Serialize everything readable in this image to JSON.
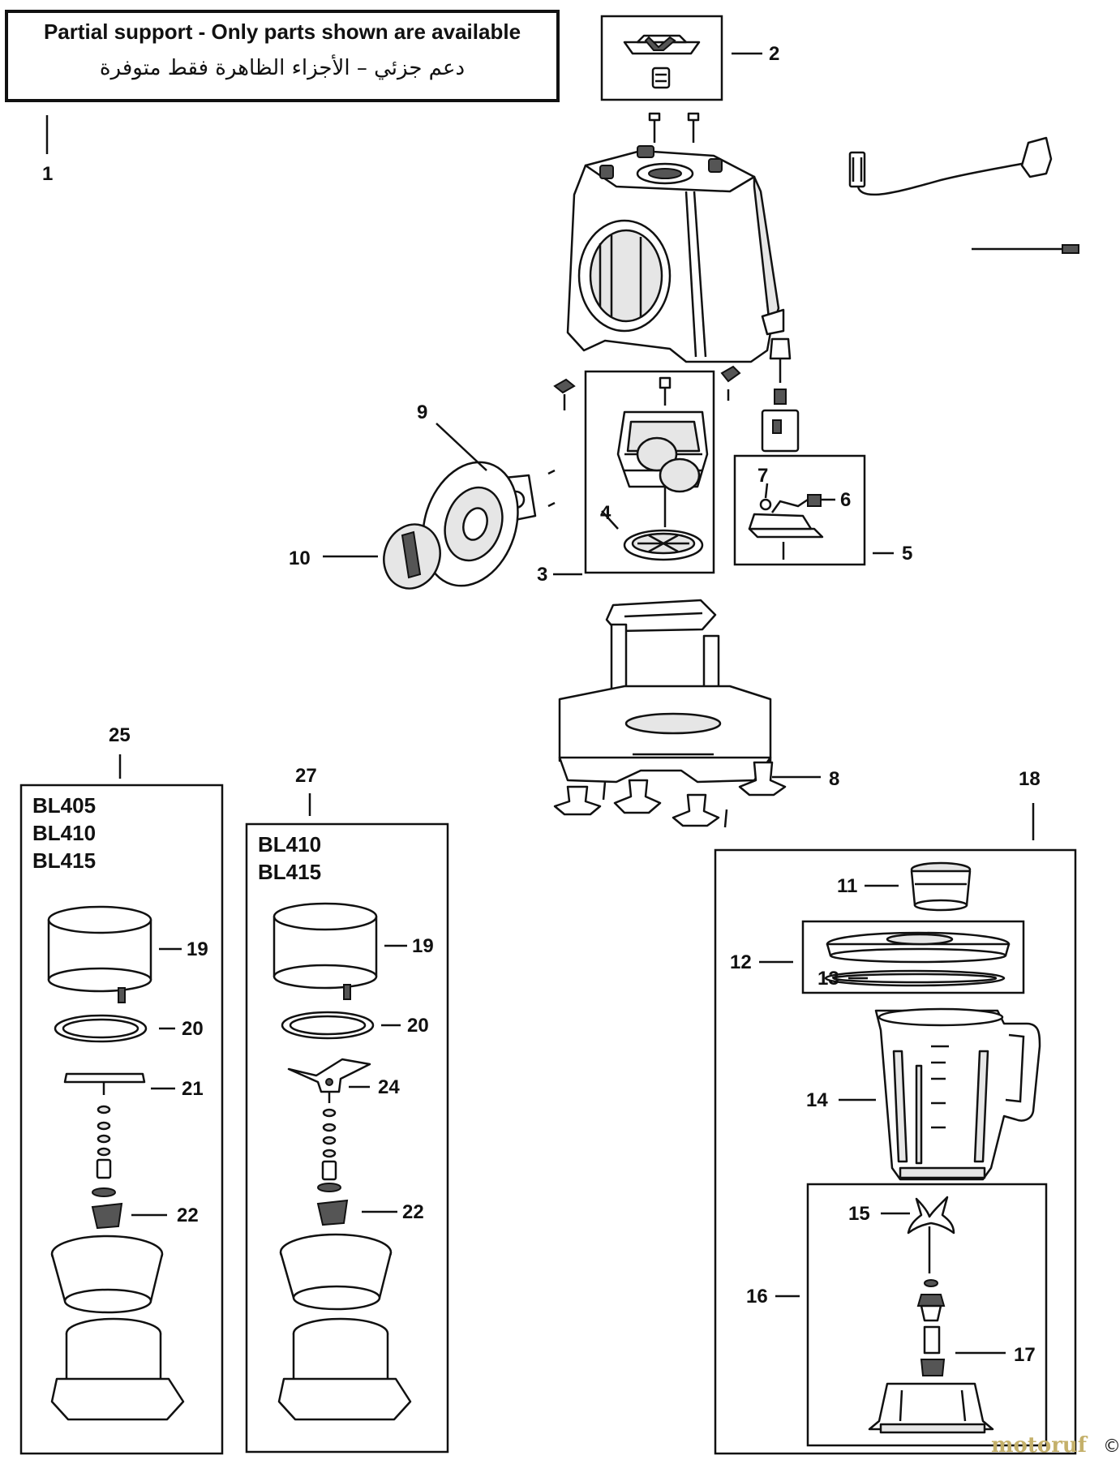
{
  "notice": {
    "english": "Partial support - Only parts shown are available",
    "arabic": "دعم جزئي – الأجزاء الظاهرة فقط متوفرة"
  },
  "part_labels": {
    "p1": "1",
    "p2": "2",
    "p3": "3",
    "p4": "4",
    "p5": "5",
    "p6": "6",
    "p7": "7",
    "p8": "8",
    "p9": "9",
    "p10": "10",
    "p11": "11",
    "p12": "12",
    "p13": "13",
    "p14": "14",
    "p15": "15",
    "p16": "16",
    "p17": "17",
    "p18": "18",
    "p19a": "19",
    "p19b": "19",
    "p20a": "20",
    "p20b": "20",
    "p21": "21",
    "p22a": "22",
    "p22b": "22",
    "p24": "24",
    "p25": "25",
    "p27": "27"
  },
  "kits": {
    "kit25_models": [
      "BL405",
      "BL410",
      "BL415"
    ],
    "kit27_models": [
      "BL410",
      "BL415"
    ]
  },
  "watermark": {
    "text": "motoruf",
    "copyright": "©"
  }
}
